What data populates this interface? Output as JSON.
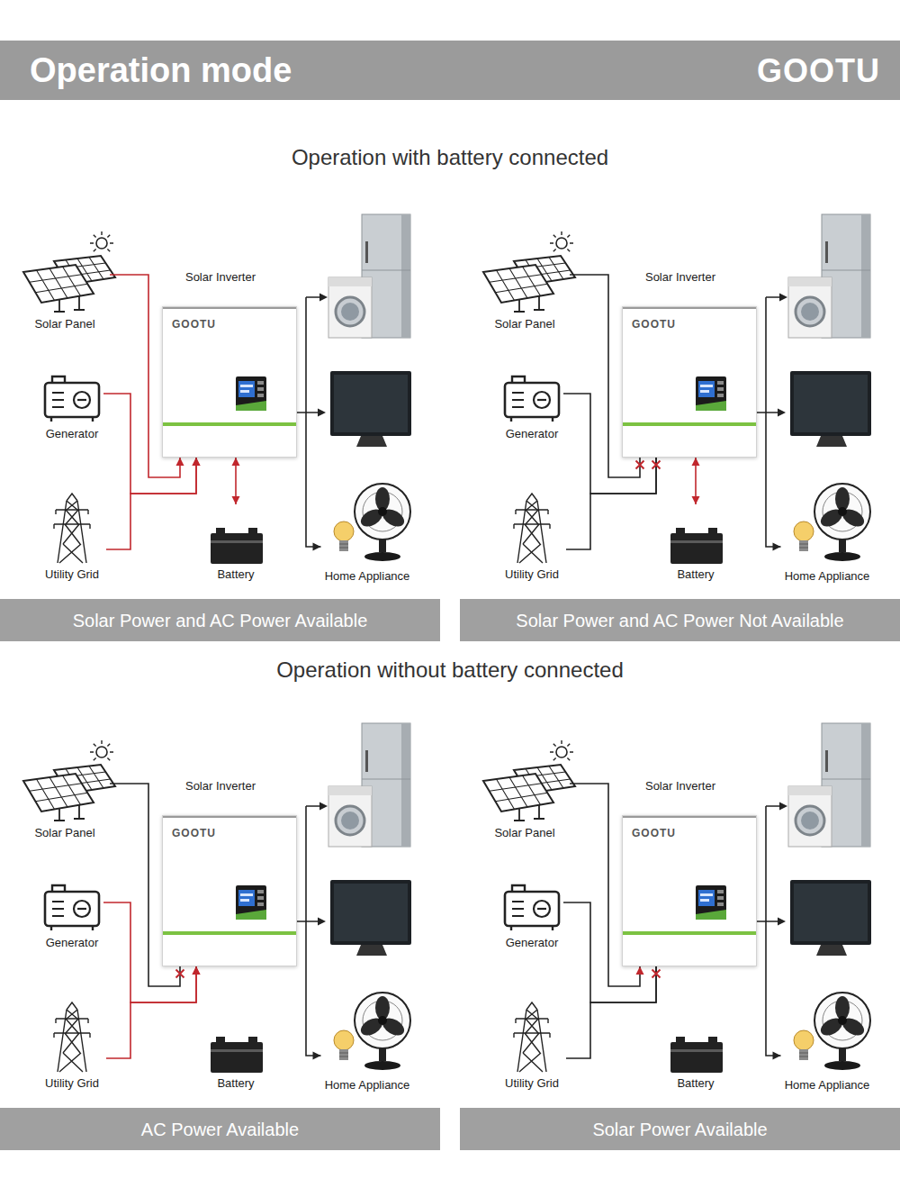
{
  "diagram": {
    "title": "Operation mode",
    "nodes": [
      {
        "text": [
          "Solar Panel"
        ]
      },
      {
        "text": [
          "Generator"
        ]
      },
      {
        "text": [
          "Utility Grid"
        ]
      },
      {
        "text": [
          "Solar Inverter",
          "GOOTU"
        ]
      },
      {
        "text": [
          "Battery"
        ]
      },
      {
        "text": [
          "Home Appliance"
        ]
      },
      {
        "text": [
          "Solar Power and AC Power Available"
        ]
      },
      {
        "text": [
          "Solar Panel"
        ]
      },
      {
        "text": [
          "Generator"
        ]
      },
      {
        "text": [
          "Utility Grid"
        ]
      },
      {
        "text": [
          "Solar Inverter",
          "GOOTU"
        ]
      },
      {
        "text": [
          "Battery"
        ]
      },
      {
        "text": [
          "Home Appliance"
        ]
      },
      {
        "text": [
          "Solar Power and AC Power Not Available"
        ]
      },
      {
        "text": [
          "Solar Panel"
        ]
      },
      {
        "text": [
          "Generator"
        ]
      },
      {
        "text": [
          "Utility Grid"
        ]
      },
      {
        "text": [
          "Solar Inverter",
          "GOOTU"
        ]
      },
      {
        "text": [
          "Battery"
        ]
      },
      {
        "text": [
          "Home Appliance"
        ]
      },
      {
        "text": [
          "AC Power Available"
        ]
      },
      {
        "text": [
          "Solar Panel"
        ]
      },
      {
        "text": [
          "Generator"
        ]
      },
      {
        "text": [
          "Utility Grid"
        ]
      },
      {
        "text": [
          "Solar Inverter",
          "GOOTU"
        ]
      },
      {
        "text": [
          "Battery"
        ]
      },
      {
        "text": [
          "Home Appliance"
        ]
      },
      {
        "text": [
          "Solar Power Available"
        ]
      }
    ],
    "edges": [
      {
        "from": 0,
        "to": 3,
        "arrow": "to"
      },
      {
        "from": 1,
        "to": 3,
        "arrow": "to"
      },
      {
        "from": 2,
        "to": 3,
        "arrow": "to"
      },
      {
        "from": 3,
        "to": 4,
        "arrow": "both"
      },
      {
        "from": 3,
        "to": 5,
        "arrow": "to"
      },
      {
        "from": 7,
        "to": 10,
        "arrow": "none"
      },
      {
        "from": 8,
        "to": 10,
        "arrow": "none"
      },
      {
        "from": 9,
        "to": 10,
        "arrow": "none"
      },
      {
        "from": 10,
        "to": 11,
        "arrow": "both"
      },
      {
        "from": 10,
        "to": 12,
        "arrow": "to"
      },
      {
        "from": 14,
        "to": 17,
        "arrow": "none"
      },
      {
        "from": 15,
        "to": 17,
        "arrow": "to"
      },
      {
        "from": 16,
        "to": 17,
        "arrow": "to"
      },
      {
        "from": 17,
        "to": 19,
        "arrow": "to"
      },
      {
        "from": 21,
        "to": 24,
        "arrow": "to"
      },
      {
        "from": 22,
        "to": 24,
        "arrow": "none"
      },
      {
        "from": 23,
        "to": 24,
        "arrow": "none"
      },
      {
        "from": 24,
        "to": 26,
        "arrow": "to"
      }
    ],
    "labels": [
      "GOOTU",
      "Operation with battery connected",
      "Operation without battery connected"
    ]
  }
}
